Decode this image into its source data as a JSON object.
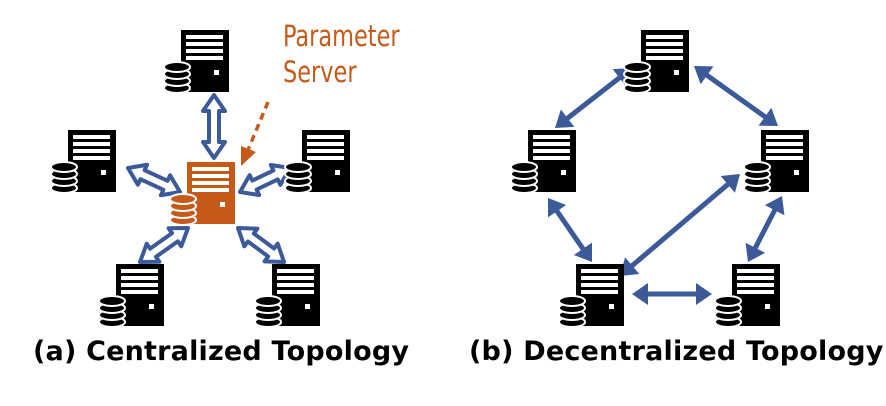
{
  "colors": {
    "server": "#000000",
    "parameter_server": "#c55a1b",
    "arrow": "#3c5a99",
    "label": "#c55a1b"
  },
  "centralized": {
    "caption": "(a) Centralized Topology",
    "parameter_label_line1": "Parameter",
    "parameter_label_line2": "Server"
  },
  "decentralized": {
    "caption": "(b) Decentralized Topology"
  }
}
